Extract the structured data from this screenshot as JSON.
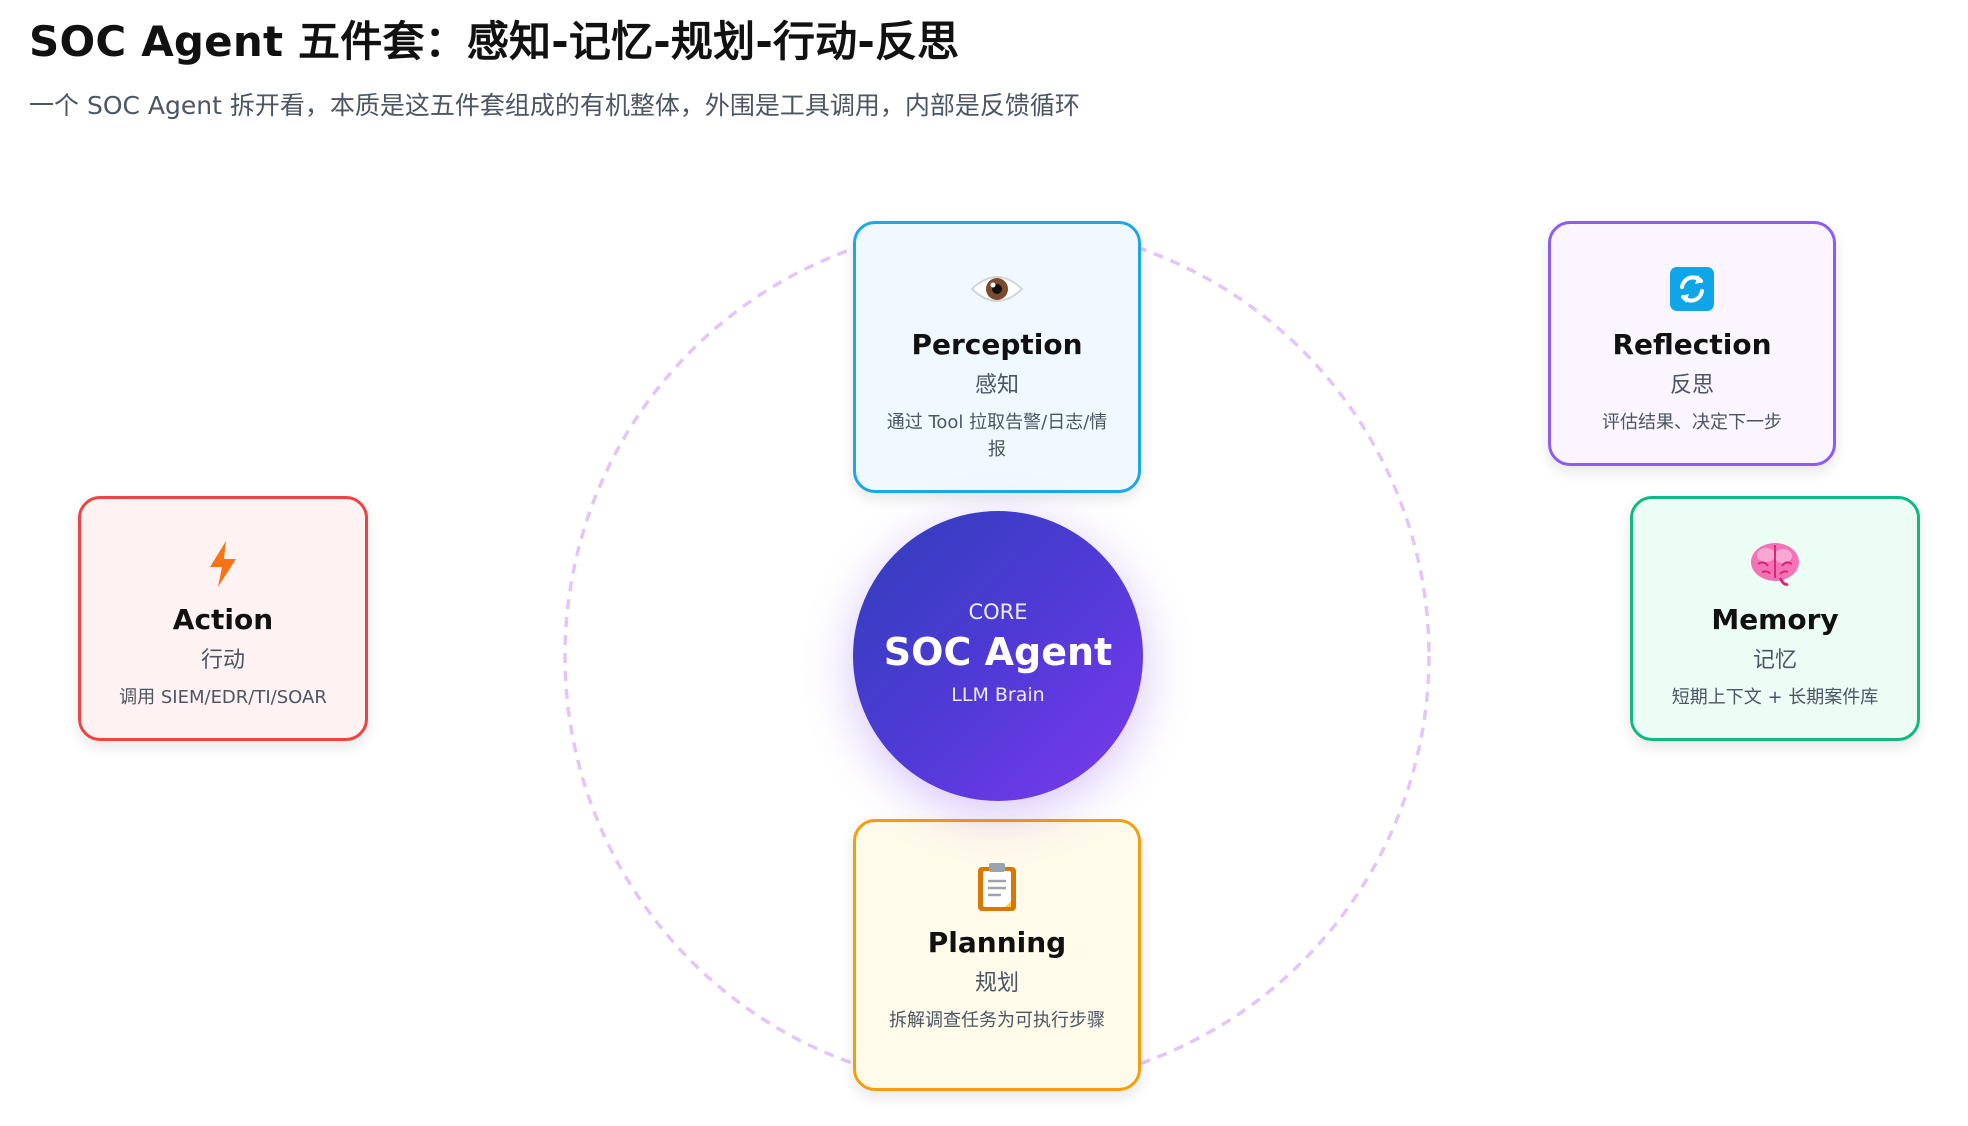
{
  "header": {
    "title": "SOC Agent 五件套：感知-记忆-规划-行动-反思",
    "subtitle": "一个 SOC Agent 拆开看，本质是这五件套组成的有机整体，外围是工具调用，内部是反馈循环"
  },
  "core": {
    "tag": "CORE",
    "name": "SOC Agent",
    "sub": "LLM Brain"
  },
  "modules": {
    "perception": {
      "name": "Perception",
      "cn": "感知",
      "desc": "通过 Tool 拉取告警/日志/情报",
      "icon": "eye-icon",
      "color": "#1ea7e8"
    },
    "reflection": {
      "name": "Reflection",
      "cn": "反思",
      "desc": "评估结果、决定下一步",
      "icon": "refresh-icon",
      "color": "#8b5cf6"
    },
    "action": {
      "name": "Action",
      "cn": "行动",
      "desc": "调用 SIEM/EDR/TI/SOAR",
      "icon": "lightning-icon",
      "color": "#ef4444"
    },
    "memory": {
      "name": "Memory",
      "cn": "记忆",
      "desc": "短期上下文 + 长期案件库",
      "icon": "brain-icon",
      "color": "#10b981"
    },
    "planning": {
      "name": "Planning",
      "cn": "规划",
      "desc": "拆解调查任务为可执行步骤",
      "icon": "clipboard-icon",
      "color": "#f59e0b"
    }
  },
  "ring_color": "#e2c6fb"
}
